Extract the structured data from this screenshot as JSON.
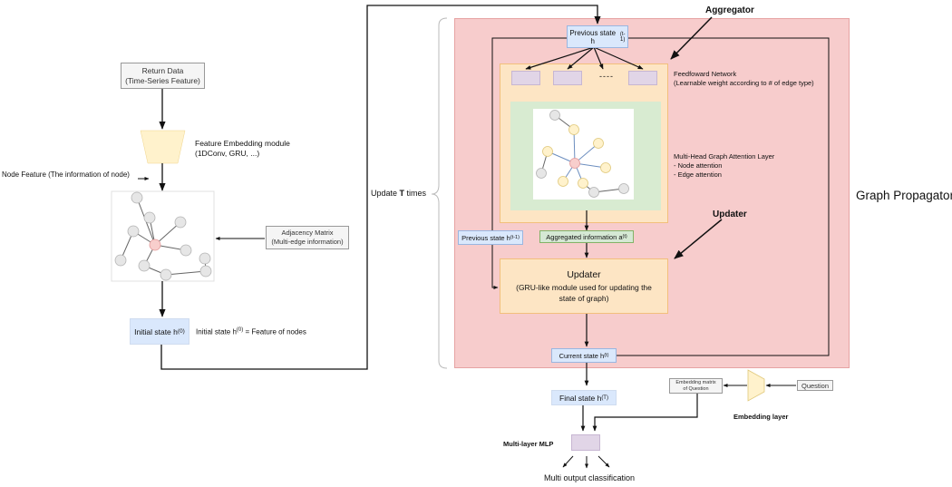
{
  "colors": {
    "propagator_bg": "#f7cccc",
    "propagator_border": "#e6a3a3",
    "ffn_bg": "#fde5c4",
    "ffn_border": "#f2bf7b",
    "gat_bg": "#d8ebd1",
    "state_box_bg": "#dae8fc",
    "state_box_border": "#9ab6e0",
    "aggregated_bg": "#d5e8d4",
    "aggregated_border": "#82b366",
    "mlp_box": "#e1d5e7",
    "embed_shape": "#fff2cc",
    "grey_box_bg": "#f5f5f5",
    "grey_box_border": "#999999",
    "node_grey": "#e6e6e6",
    "node_yellow": "#fff2cc",
    "node_pink": "#f8cecc",
    "edge_blue": "#6c8ebf",
    "edge_grey": "#666666"
  },
  "left": {
    "return_data": [
      "Return Data",
      "(Time-Series Feature)"
    ],
    "feature_embedding": [
      "Feature Embedding module",
      "(1DConv, GRU, ...)"
    ],
    "node_feature": "Node Feature (The information of node)",
    "adjacency": [
      "Adjacency Matrix",
      "(Multi-edge information)"
    ],
    "initial_state": "Initial state h",
    "initial_state_sup": "(0)",
    "initial_note": "Initial state h",
    "initial_note_sup": "(0)",
    "initial_note_rest": " = Feature of nodes"
  },
  "update": {
    "prefix": "Update ",
    "T": "T",
    "suffix": " times"
  },
  "propagator": {
    "title": "Graph Propagator",
    "aggregator_label": "Aggregator",
    "updater_label": "Updater",
    "previous_state_top": "Previous state h",
    "previous_state_top_sup": "(t-1)",
    "ffn_title": "Feedfoward Network",
    "ffn_subtitle": "(Learnable weight according to # of edge type)",
    "dashes": "----",
    "gat_title": "Multi-Head Graph Attention Layer",
    "gat_items": [
      "- Node attention",
      "- Edge attention"
    ],
    "previous_state_left": "Previous state h",
    "previous_state_left_sup": "(t-1)",
    "aggregated": "Aggregated information a",
    "aggregated_sup": "(t)",
    "updater_box": [
      "Updater",
      "(GRU-like module used for updating the",
      "state of graph)"
    ],
    "current_state": "Current state h",
    "current_state_sup": "(t)"
  },
  "bottom": {
    "final_state": "Final state h",
    "final_state_sup": "(T)",
    "embedding_matrix": [
      "Embedding matrix",
      "of Question"
    ],
    "question": "Question",
    "embedding_layer": "Embedding layer",
    "mlp_label": "Multi-layer MLP",
    "output": "Multi output classification"
  }
}
